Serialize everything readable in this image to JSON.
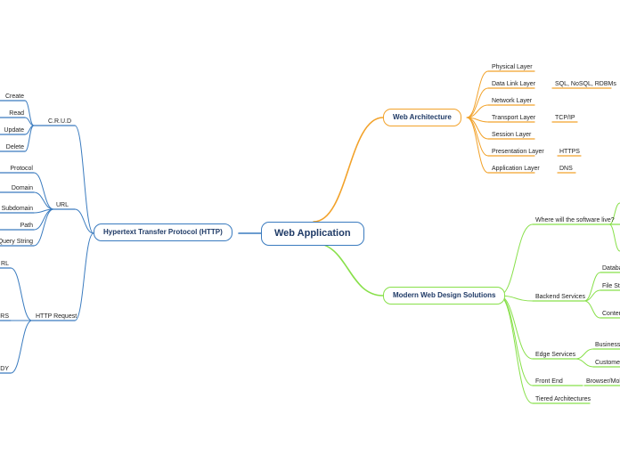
{
  "root": "Web Application",
  "branches": {
    "web_architecture": {
      "label": "Web Architecture",
      "color": "#f2a22a",
      "items": [
        {
          "label": "Physical Layer",
          "detail": ""
        },
        {
          "label": "Data Link Layer",
          "detail": "SQL, NoSQL, RDBMs"
        },
        {
          "label": "Network Layer",
          "detail": ""
        },
        {
          "label": "Transport Layer",
          "detail": "TCP/IP"
        },
        {
          "label": "Session Layer",
          "detail": ""
        },
        {
          "label": "Presentation Layer",
          "detail": "HTTPS"
        },
        {
          "label": "Application Layer",
          "detail": "DNS"
        }
      ]
    },
    "modern_web_design": {
      "label": "Modern Web Design Solutions",
      "color": "#88e04a",
      "items": [
        {
          "label": "Where will the software live?",
          "children": []
        },
        {
          "label": "Backend Services",
          "children": [
            "Databa",
            "File Sto",
            "Conten"
          ]
        },
        {
          "label": "Edge Services",
          "children": [
            "Business l",
            "Customer"
          ]
        },
        {
          "label": "Front End",
          "children": [
            "Browser/Mob"
          ]
        },
        {
          "label": "Tiered Architectures",
          "children": []
        }
      ]
    },
    "http": {
      "label": "Hypertext Transfer Protocol (HTTP)",
      "color": "#3a7bbf",
      "groups": [
        {
          "label": "C.R.U.D",
          "children": [
            "Create",
            "Read",
            "Update",
            "Delete"
          ]
        },
        {
          "label": "URL",
          "children": [
            "Protocol",
            "Domain",
            "Subdomain",
            "Path",
            "Query String"
          ]
        },
        {
          "label": "HTTP Request",
          "children": [
            "RL",
            "RS",
            "DY"
          ]
        }
      ]
    }
  }
}
